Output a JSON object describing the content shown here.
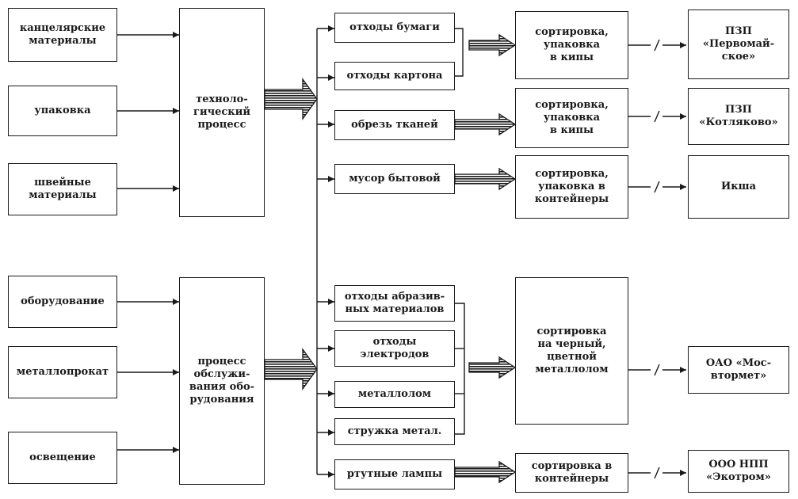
{
  "inputs": {
    "stationery": "канцелярские\nматериалы",
    "packaging": "упаковка",
    "sewing": "швейные\nматериалы",
    "equipment": "оборудование",
    "metal": "металлопрокат",
    "lighting": "освещение"
  },
  "processes": {
    "technological": "техноло-\nгический\nпроцесс",
    "maintenance": "процесс\nобслужи-\nвания обо-\nрудования"
  },
  "wastes": {
    "paper": "отходы бумаги",
    "cardboard": "отходы картона",
    "fabric": "обрезь тканей",
    "household": "мусор бытовой",
    "abrasive": "отходы абразив-\nных материалов",
    "electrodes": "отходы\nэлектродов",
    "scrap": "металлолом",
    "shavings": "стружка метал.",
    "lamps": "ртутные лампы"
  },
  "treatments": {
    "bales1": "сортировка,\nупаковка\nв кипы",
    "bales2": "сортировка,\nупаковка\nв кипы",
    "containers1": "сортировка,\nупаковка в\nконтейнеры",
    "ferrous": "сортировка\nна черный,\nцветной\nметаллолом",
    "containers2": "сортировка в\nконтейнеры"
  },
  "destinations": {
    "pervomayskoe": "ПЗП\n«Первомай-\nское»",
    "kotlyakovo": "ПЗП\n«Котляково»",
    "iksha": "Икша",
    "mosvtormet": "ОАО «Мос-\nвтормет»",
    "ekotrom": "ООО НПП\n«Экотром»"
  },
  "colors": {
    "ink": "#1a1a1a",
    "background": "#ffffff"
  }
}
